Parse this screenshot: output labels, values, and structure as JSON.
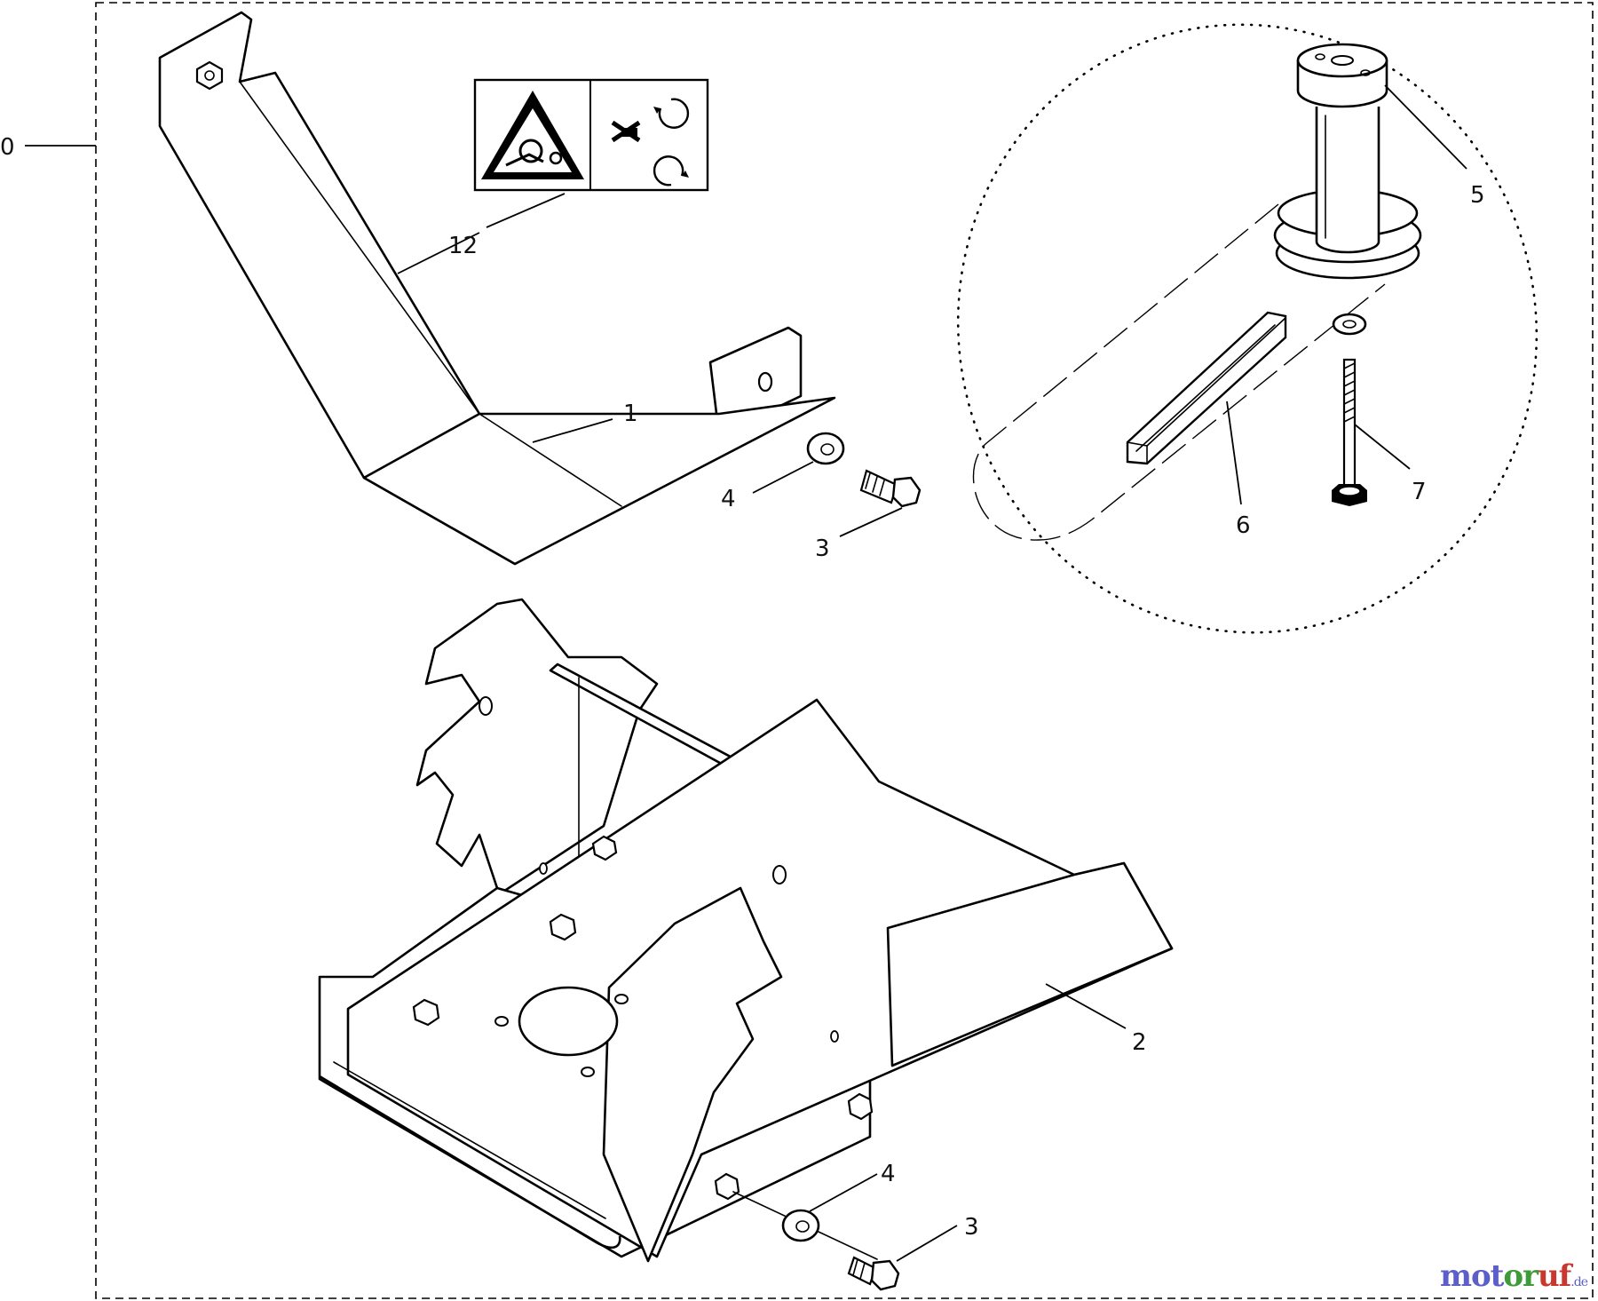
{
  "callouts": {
    "c0": "0",
    "c1": "1",
    "c2": "2",
    "c3a": "3",
    "c3b": "3",
    "c4a": "4",
    "c4b": "4",
    "c5": "5",
    "c6": "6",
    "c7": "7",
    "c12": "12"
  },
  "watermark": {
    "part1": "mot",
    "part2": "or",
    "part3": "uf",
    "suffix": ".de"
  },
  "colors": {
    "line": "#000000",
    "background": "#ffffff",
    "watermark_blue": "#5b5fc7",
    "watermark_green": "#3f9a3a",
    "watermark_red": "#c8382f"
  },
  "icons": [
    "warning-entanglement-icon",
    "keep-hands-away-rotating-icon"
  ]
}
